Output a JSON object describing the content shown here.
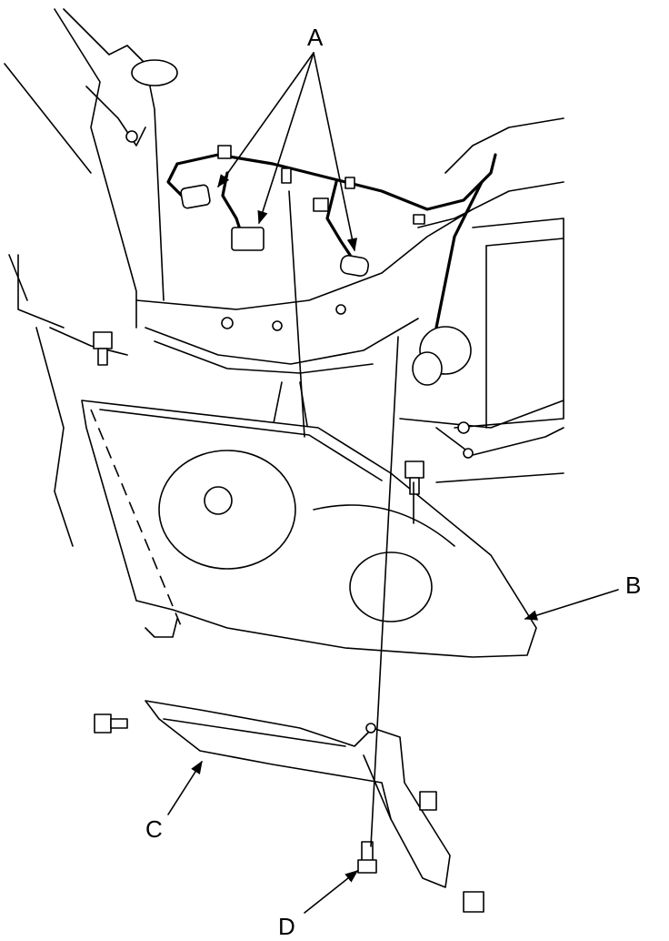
{
  "callouts": {
    "a": "A",
    "b": "B",
    "c": "C",
    "d": "D"
  },
  "icons": {
    "wire_harness": "connector-icon",
    "headlight": "headlight-icon",
    "bracket": "bracket-icon",
    "bolt": "bolt-icon"
  }
}
